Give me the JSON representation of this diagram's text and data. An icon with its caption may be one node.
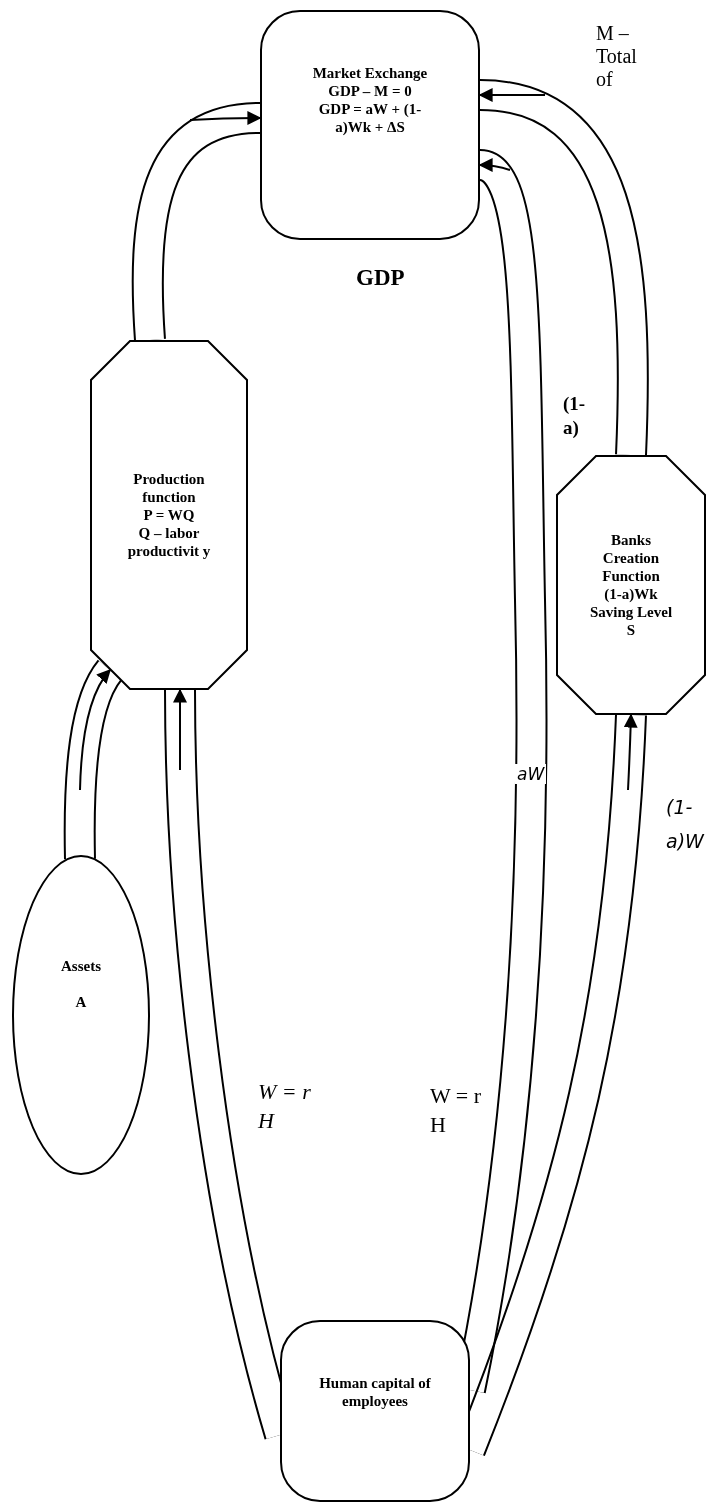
{
  "diagram": {
    "nodes": [
      {
        "text": [
          "Market Exchange",
          "GDP – M = 0",
          "GDP = aW + (1- a)Wk + ΔS"
        ]
      },
      {
        "text": [
          "Production function",
          "P = WQ",
          "Q – labor productivit y"
        ]
      },
      {
        "text": [
          "Banks Creation Function",
          "(1-a)Wk",
          "Saving Level",
          "S"
        ]
      },
      {
        "text": [
          "Assets",
          "A"
        ]
      },
      {
        "text": [
          "Human capital of employees"
        ]
      }
    ],
    "edges": [
      {
        "from": 3,
        "to": 1,
        "arrow": "to"
      },
      {
        "from": 1,
        "to": 0,
        "arrow": "to"
      },
      {
        "from": 4,
        "to": 1,
        "arrow": "to"
      },
      {
        "from": 4,
        "to": 0,
        "arrow": "to",
        "label": "aW"
      },
      {
        "from": 4,
        "to": 2,
        "arrow": "to"
      },
      {
        "from": 2,
        "to": 0,
        "arrow": "to"
      }
    ],
    "labels": [
      "M – Total of",
      "GDP",
      "(1- a)",
      "(1- a)W",
      "W = r H",
      "W = r H"
    ]
  }
}
